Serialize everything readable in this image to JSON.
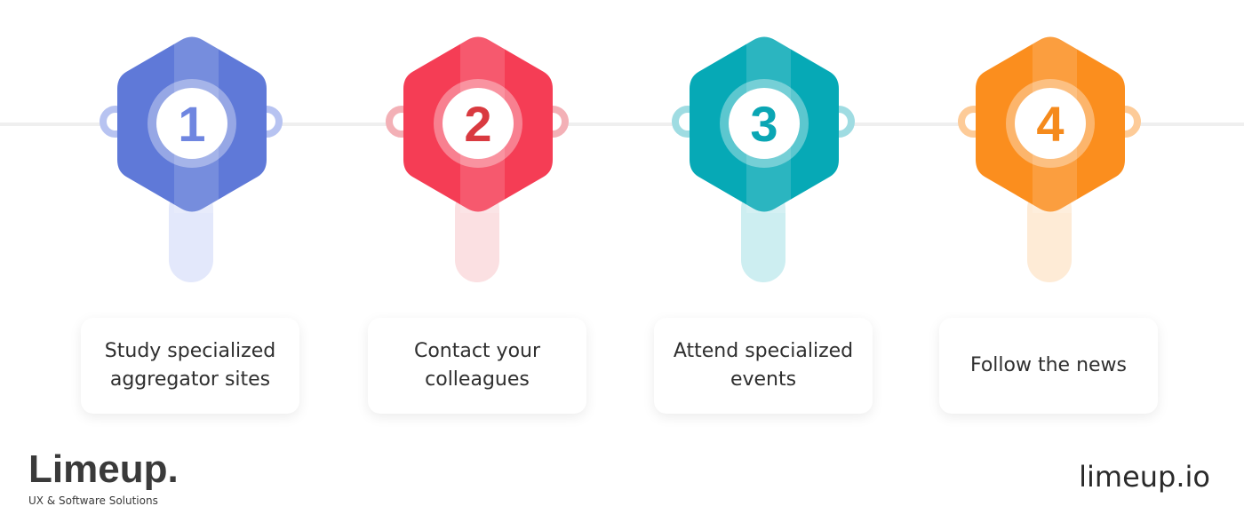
{
  "steps": [
    {
      "number": "1",
      "label": "Study specialized aggregator sites",
      "color": "#5f79d8",
      "light": "#e3e8fb",
      "ring": "#b7c3f1",
      "text_color": "#6f86e0"
    },
    {
      "number": "2",
      "label": "Contact your colleagues",
      "color": "#f53d55",
      "light": "#fbe0e2",
      "ring": "#f3b0b6",
      "text_color": "#d93a40"
    },
    {
      "number": "3",
      "label": "Attend specialized events",
      "color": "#06a9b6",
      "light": "#cdeef1",
      "ring": "#9fdce2",
      "text_color": "#0aa6b4"
    },
    {
      "number": "4",
      "label": "Follow the news",
      "color": "#fb8e1e",
      "light": "#feebd6",
      "ring": "#fdcb98",
      "text_color": "#f58a1c"
    }
  ],
  "footer": {
    "logo_name": "Limeup.",
    "logo_tagline": "UX & Software Solutions",
    "site": "limeup.io"
  }
}
